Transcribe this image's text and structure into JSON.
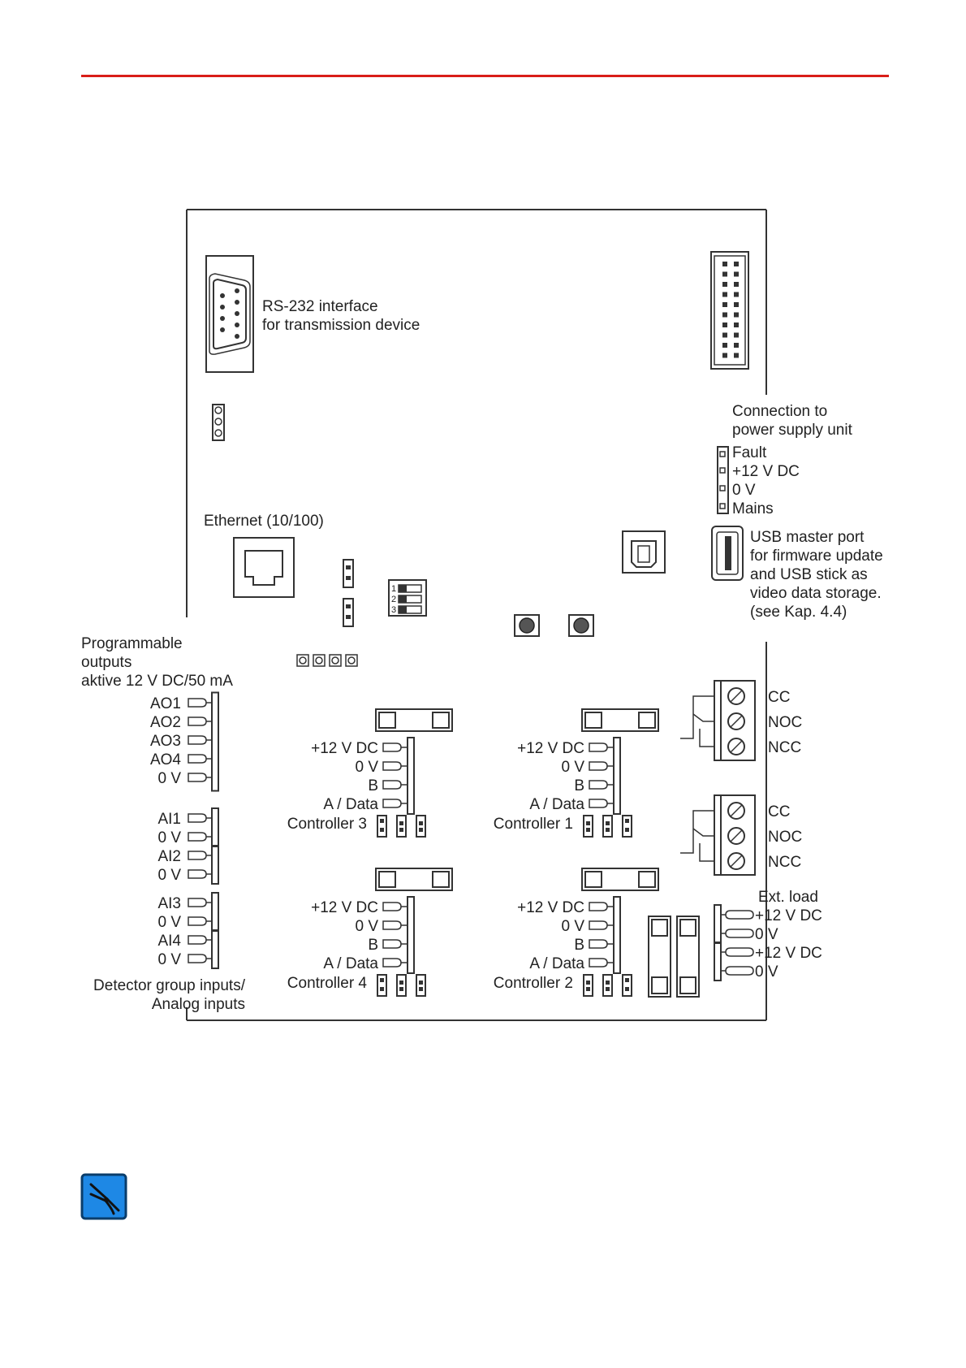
{
  "colors": {
    "rule": "#d91e18",
    "tool_icon": "#1e88e5"
  },
  "icons": {
    "tool": "pliers-icon"
  },
  "labels": {
    "rs232_line1": "RS-232 interface",
    "rs232_line2": "for transmission device",
    "psu_line1": "Connection to",
    "psu_line2": "power supply unit",
    "psu_fault": "Fault",
    "psu_12v": "+12 V DC",
    "psu_0v": "0 V",
    "psu_mains": "Mains",
    "ethernet": "Ethernet (10/100)",
    "usb_line1": "USB master port",
    "usb_line2": "for firmware update",
    "usb_line3": "and USB stick as",
    "usb_line4": "video data storage.",
    "usb_line5": "(see Kap. 4.4)",
    "prog_line1": "Programmable",
    "prog_line2": "outputs",
    "prog_line3": "aktive 12 V DC/50 mA",
    "detector_line1": "Detector group inputs/",
    "detector_line2": "Analog inputs",
    "ext_load": "Ext. load",
    "dip": [
      "1",
      "2",
      "3"
    ]
  },
  "outputs": [
    "AO1",
    "AO2",
    "AO3",
    "AO4",
    "0 V"
  ],
  "inputs_a": [
    "AI1",
    "0 V",
    "AI2",
    "0 V"
  ],
  "inputs_b": [
    "AI3",
    "0 V",
    "AI4",
    "0 V"
  ],
  "bus_pins": [
    "+12 V DC",
    "0 V",
    "B",
    "A / Data"
  ],
  "controllers": [
    "Controller 3",
    "Controller 1",
    "Controller 4",
    "Controller 2"
  ],
  "relay_pins": [
    "CC",
    "NOC",
    "NCC"
  ],
  "ext_pins": [
    "+12 V DC",
    "0 V",
    "+12 V DC",
    "0 V"
  ]
}
